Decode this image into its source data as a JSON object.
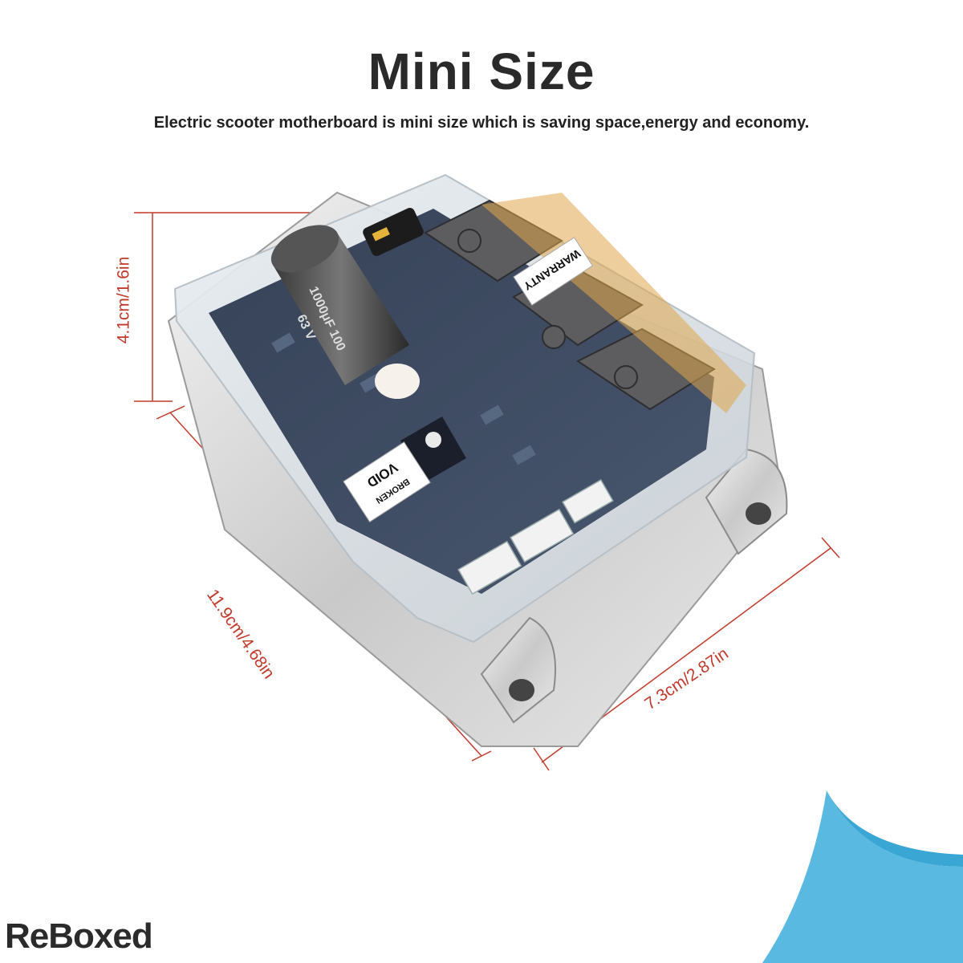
{
  "header": {
    "title": "Mini Size",
    "subtitle": "Electric scooter motherboard is mini size which is saving space,energy and economy."
  },
  "dimensions": {
    "height": "4.1cm/1.6in",
    "length": "11.9cm/4.68in",
    "width": "7.3cm/2.87in"
  },
  "product_labels": {
    "void_sticker_1": "VOID",
    "void_sticker_2": "BROKEN",
    "warranty_sticker": "WARRANTY",
    "capacitor_1": "1000μF 100",
    "capacitor_2": "63 V"
  },
  "branding": {
    "logo": "ReBoxed"
  },
  "colors": {
    "dimension_lines": "#c03a2b",
    "corner_accent": "#5ab9e0"
  }
}
